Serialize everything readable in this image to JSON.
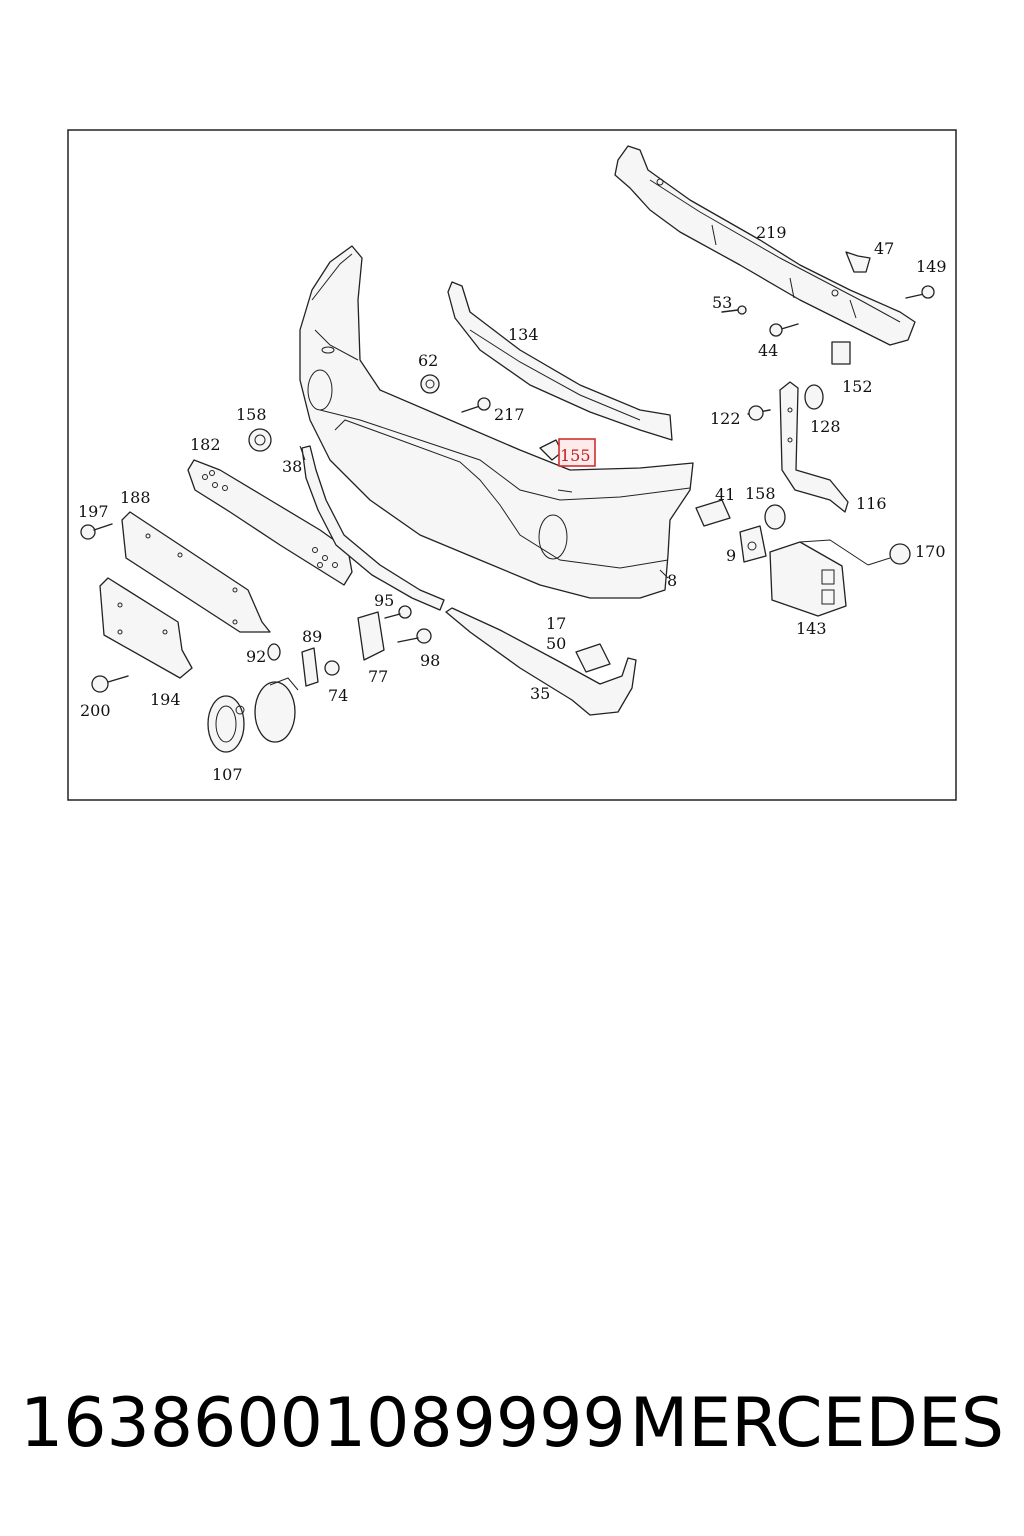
{
  "diagram": {
    "labels": {
      "l219": "219",
      "l47": "47",
      "l149": "149",
      "l53": "53",
      "l44": "44",
      "l152": "152",
      "l134": "134",
      "l62": "62",
      "l217": "217",
      "l122": "122",
      "l128": "128",
      "l158a": "158",
      "l182": "182",
      "l38": "38",
      "l155": "155",
      "l41": "41",
      "l158b": "158",
      "l116": "116",
      "l197": "197",
      "l188": "188",
      "l8": "8",
      "l9": "9",
      "l170": "170",
      "l95": "95",
      "l17": "17",
      "l50": "50",
      "l143": "143",
      "l92": "92",
      "l89": "89",
      "l98": "98",
      "l77": "77",
      "l74": "74",
      "l35": "35",
      "l200": "200",
      "l194": "194",
      "l107": "107"
    },
    "highlighted_part": "155"
  },
  "footer": {
    "part_number": "16386001089999",
    "brand": "MERCEDES"
  }
}
